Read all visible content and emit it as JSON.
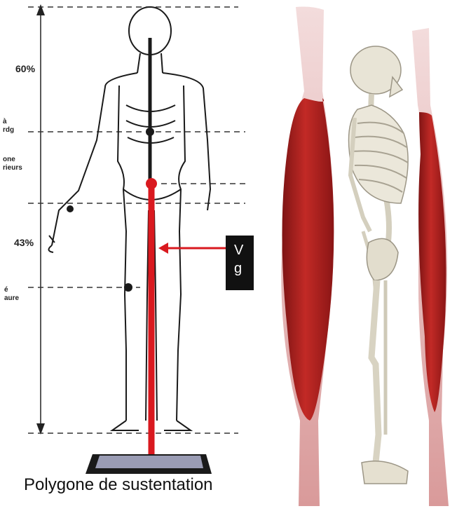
{
  "left_figure": {
    "percent_top": "60%",
    "percent_middle": "43%",
    "label_a": "à\nrdg",
    "label_b": "one\nrieurs",
    "label_c": "é\naure",
    "vertical_box_text": "V\ng",
    "caption": "Polygone de sustentation",
    "line_color": "#d9191f"
  },
  "right_figure": {
    "muscle_color": "#b41e1e"
  }
}
